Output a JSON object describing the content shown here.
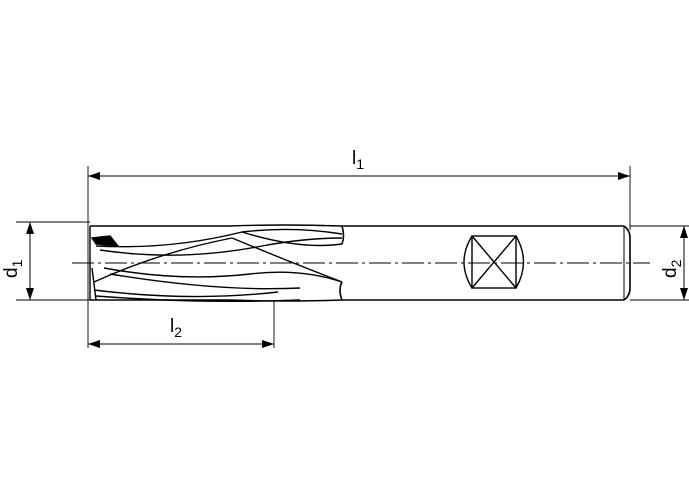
{
  "dimensions": {
    "l1": {
      "symbol": "l",
      "subscript": "1"
    },
    "l2": {
      "symbol": "l",
      "subscript": "2"
    },
    "d1": {
      "symbol": "d",
      "subscript": "1"
    },
    "d2": {
      "symbol": "d",
      "subscript": "2"
    }
  },
  "colors": {
    "line": "#000000",
    "background": "#ffffff"
  }
}
